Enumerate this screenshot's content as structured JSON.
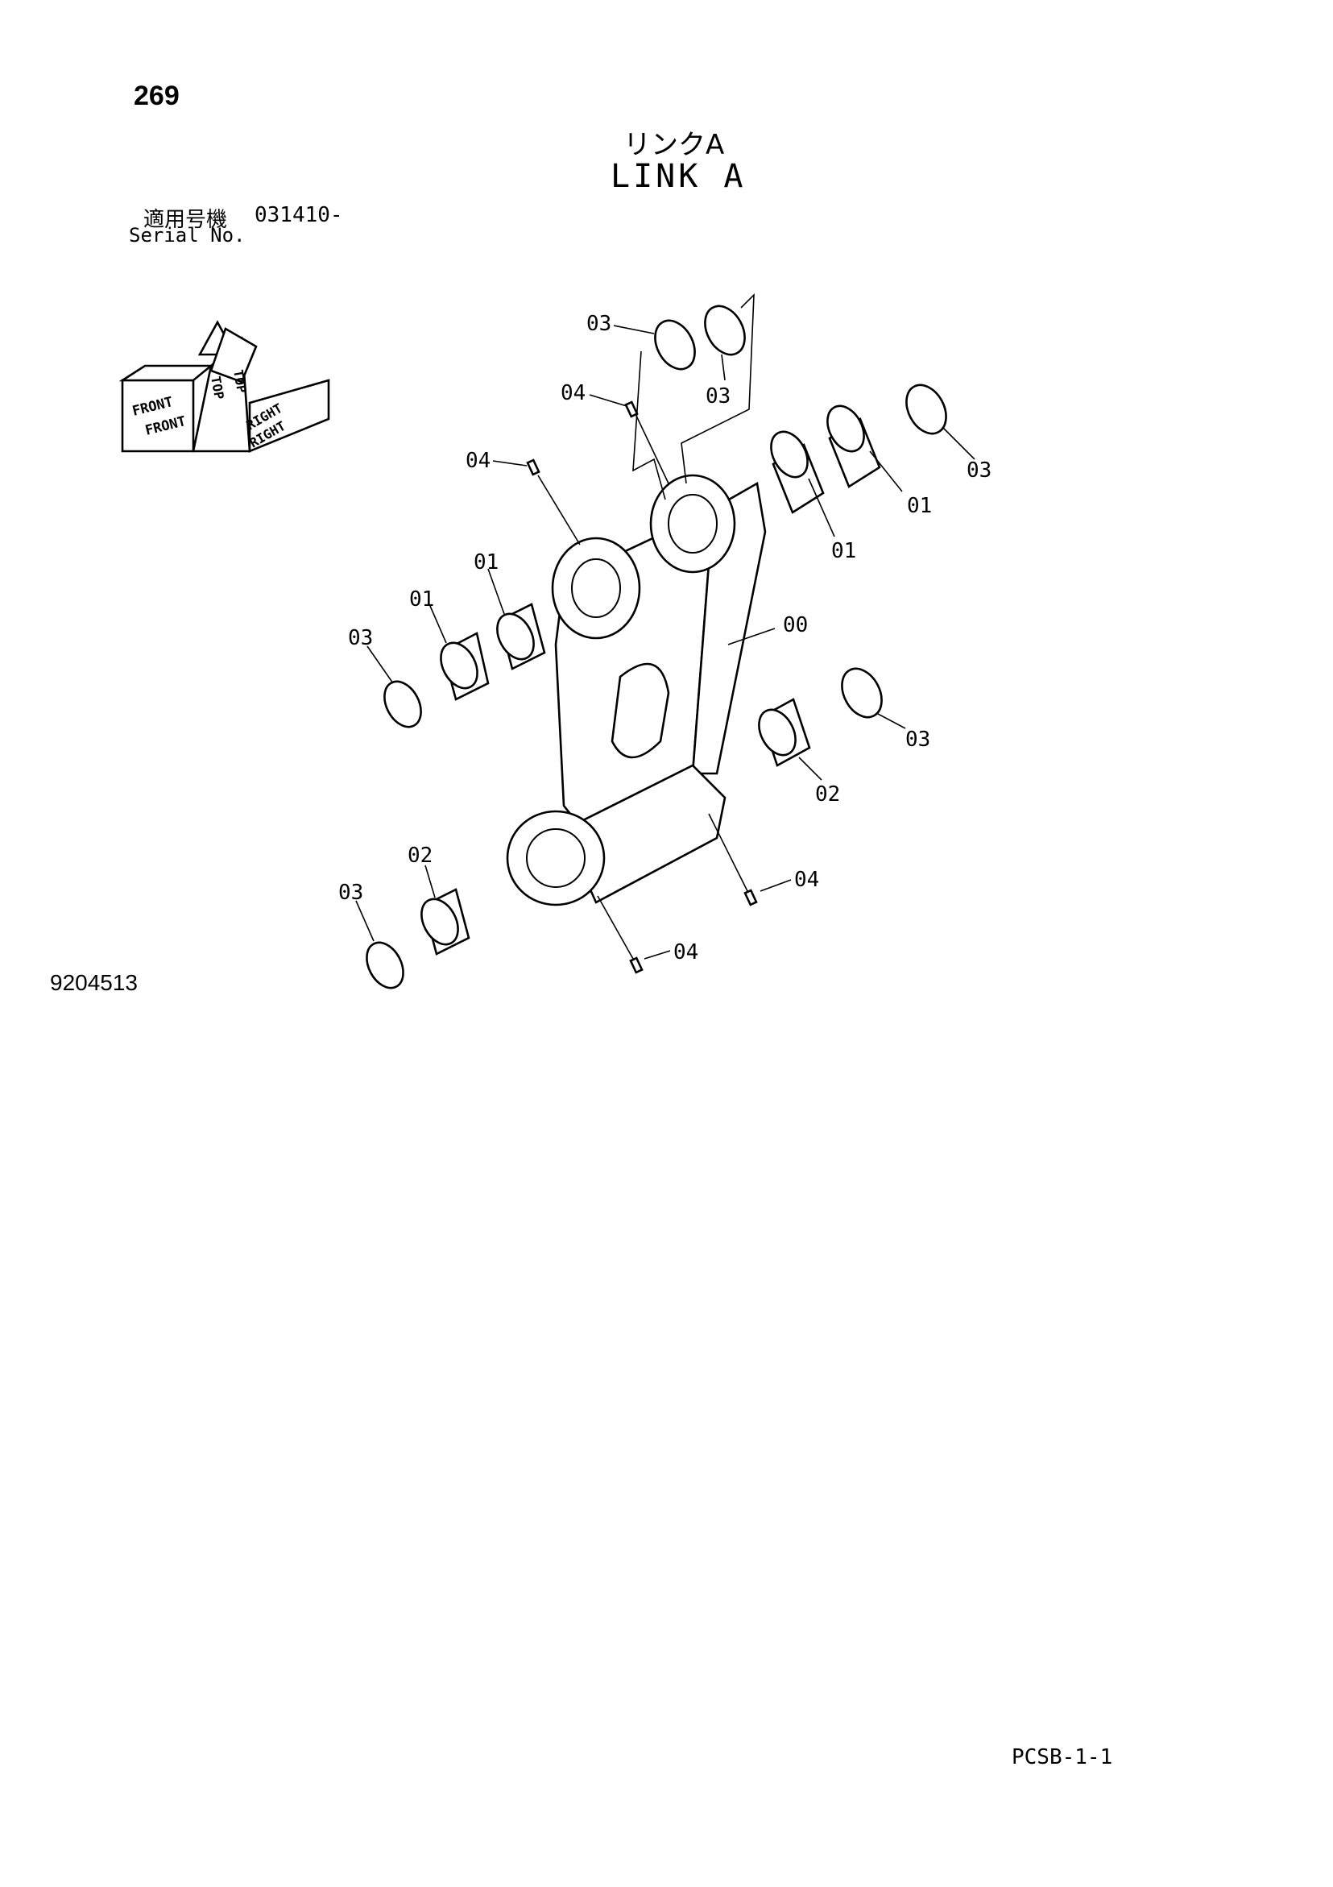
{
  "page_number": "269",
  "title_jp": "リンクA",
  "title_en": "LINK A",
  "serial": {
    "label_jp": "適用号機",
    "value": "031410-",
    "label_en": "Serial No."
  },
  "orientation_indicator": {
    "front": "FRONT",
    "top": "TOP",
    "right": "RIGHT"
  },
  "callouts": [
    "03",
    "03",
    "04",
    "04",
    "03",
    "01",
    "01",
    "01",
    "01",
    "03",
    "00",
    "03",
    "02",
    "02",
    "03",
    "04",
    "04"
  ],
  "drawing_number": "9204513",
  "sheet_code": "PCSB-1-1"
}
